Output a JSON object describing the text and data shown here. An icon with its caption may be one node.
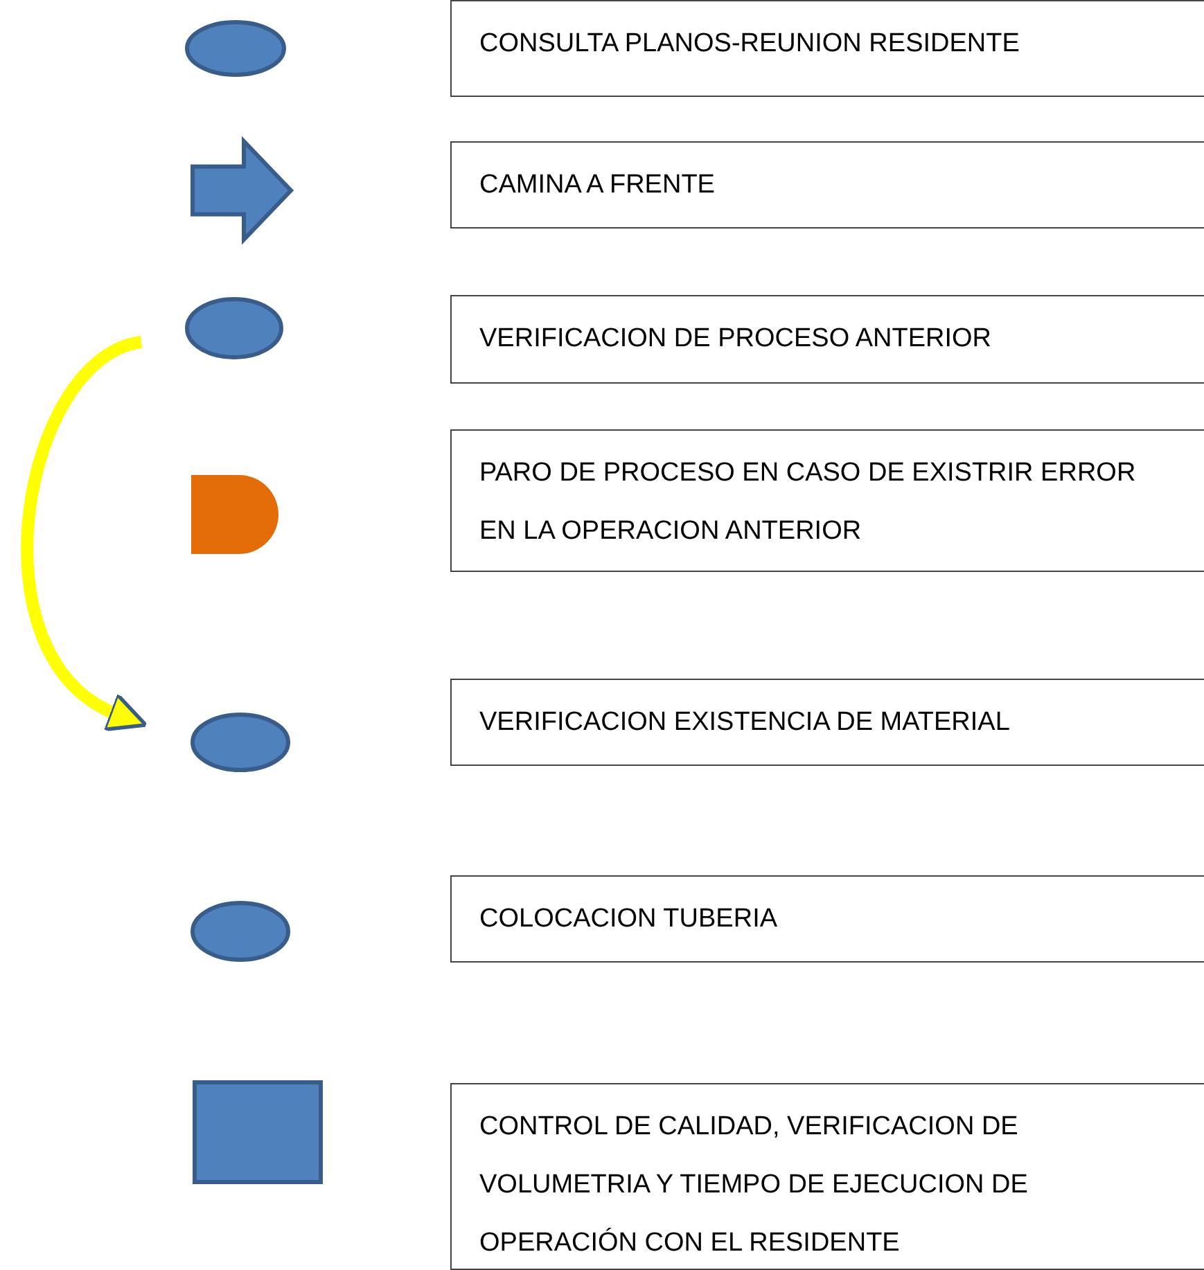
{
  "diagram": {
    "nodes": [
      {
        "text": [],
        "shape": "circle"
      },
      {
        "text": [
          "CONSULTA PLANOS-REUNION RESIDENTE"
        ]
      },
      {
        "text": [],
        "shape": "arrow"
      },
      {
        "text": [
          "CAMINA A FRENTE"
        ]
      },
      {
        "text": [],
        "shape": "circle"
      },
      {
        "text": [
          "VERIFICACION DE PROCESO ANTERIOR"
        ]
      },
      {
        "text": [],
        "shape": "delay"
      },
      {
        "text": [
          "PARO DE PROCESO EN CASO DE EXISTRIR ERROR EN LA OPERACION ANTERIOR"
        ]
      },
      {
        "text": [],
        "shape": "circle"
      },
      {
        "text": [
          "VERIFICACION EXISTENCIA DE MATERIAL"
        ]
      },
      {
        "text": [],
        "shape": "circle"
      },
      {
        "text": [
          "COLOCACION TUBERIA"
        ]
      },
      {
        "text": [],
        "shape": "box"
      },
      {
        "text": [
          "CONTROL DE CALIDAD, VERIFICACION DE VOLUMETRIA Y TIEMPO DE EJECUCION DE OPERACIÓN CON EL RESIDENTE"
        ]
      }
    ],
    "edges": [
      {
        "from": 4,
        "to": 8,
        "arrow": "to",
        "color": "#ffff00"
      }
    ]
  }
}
